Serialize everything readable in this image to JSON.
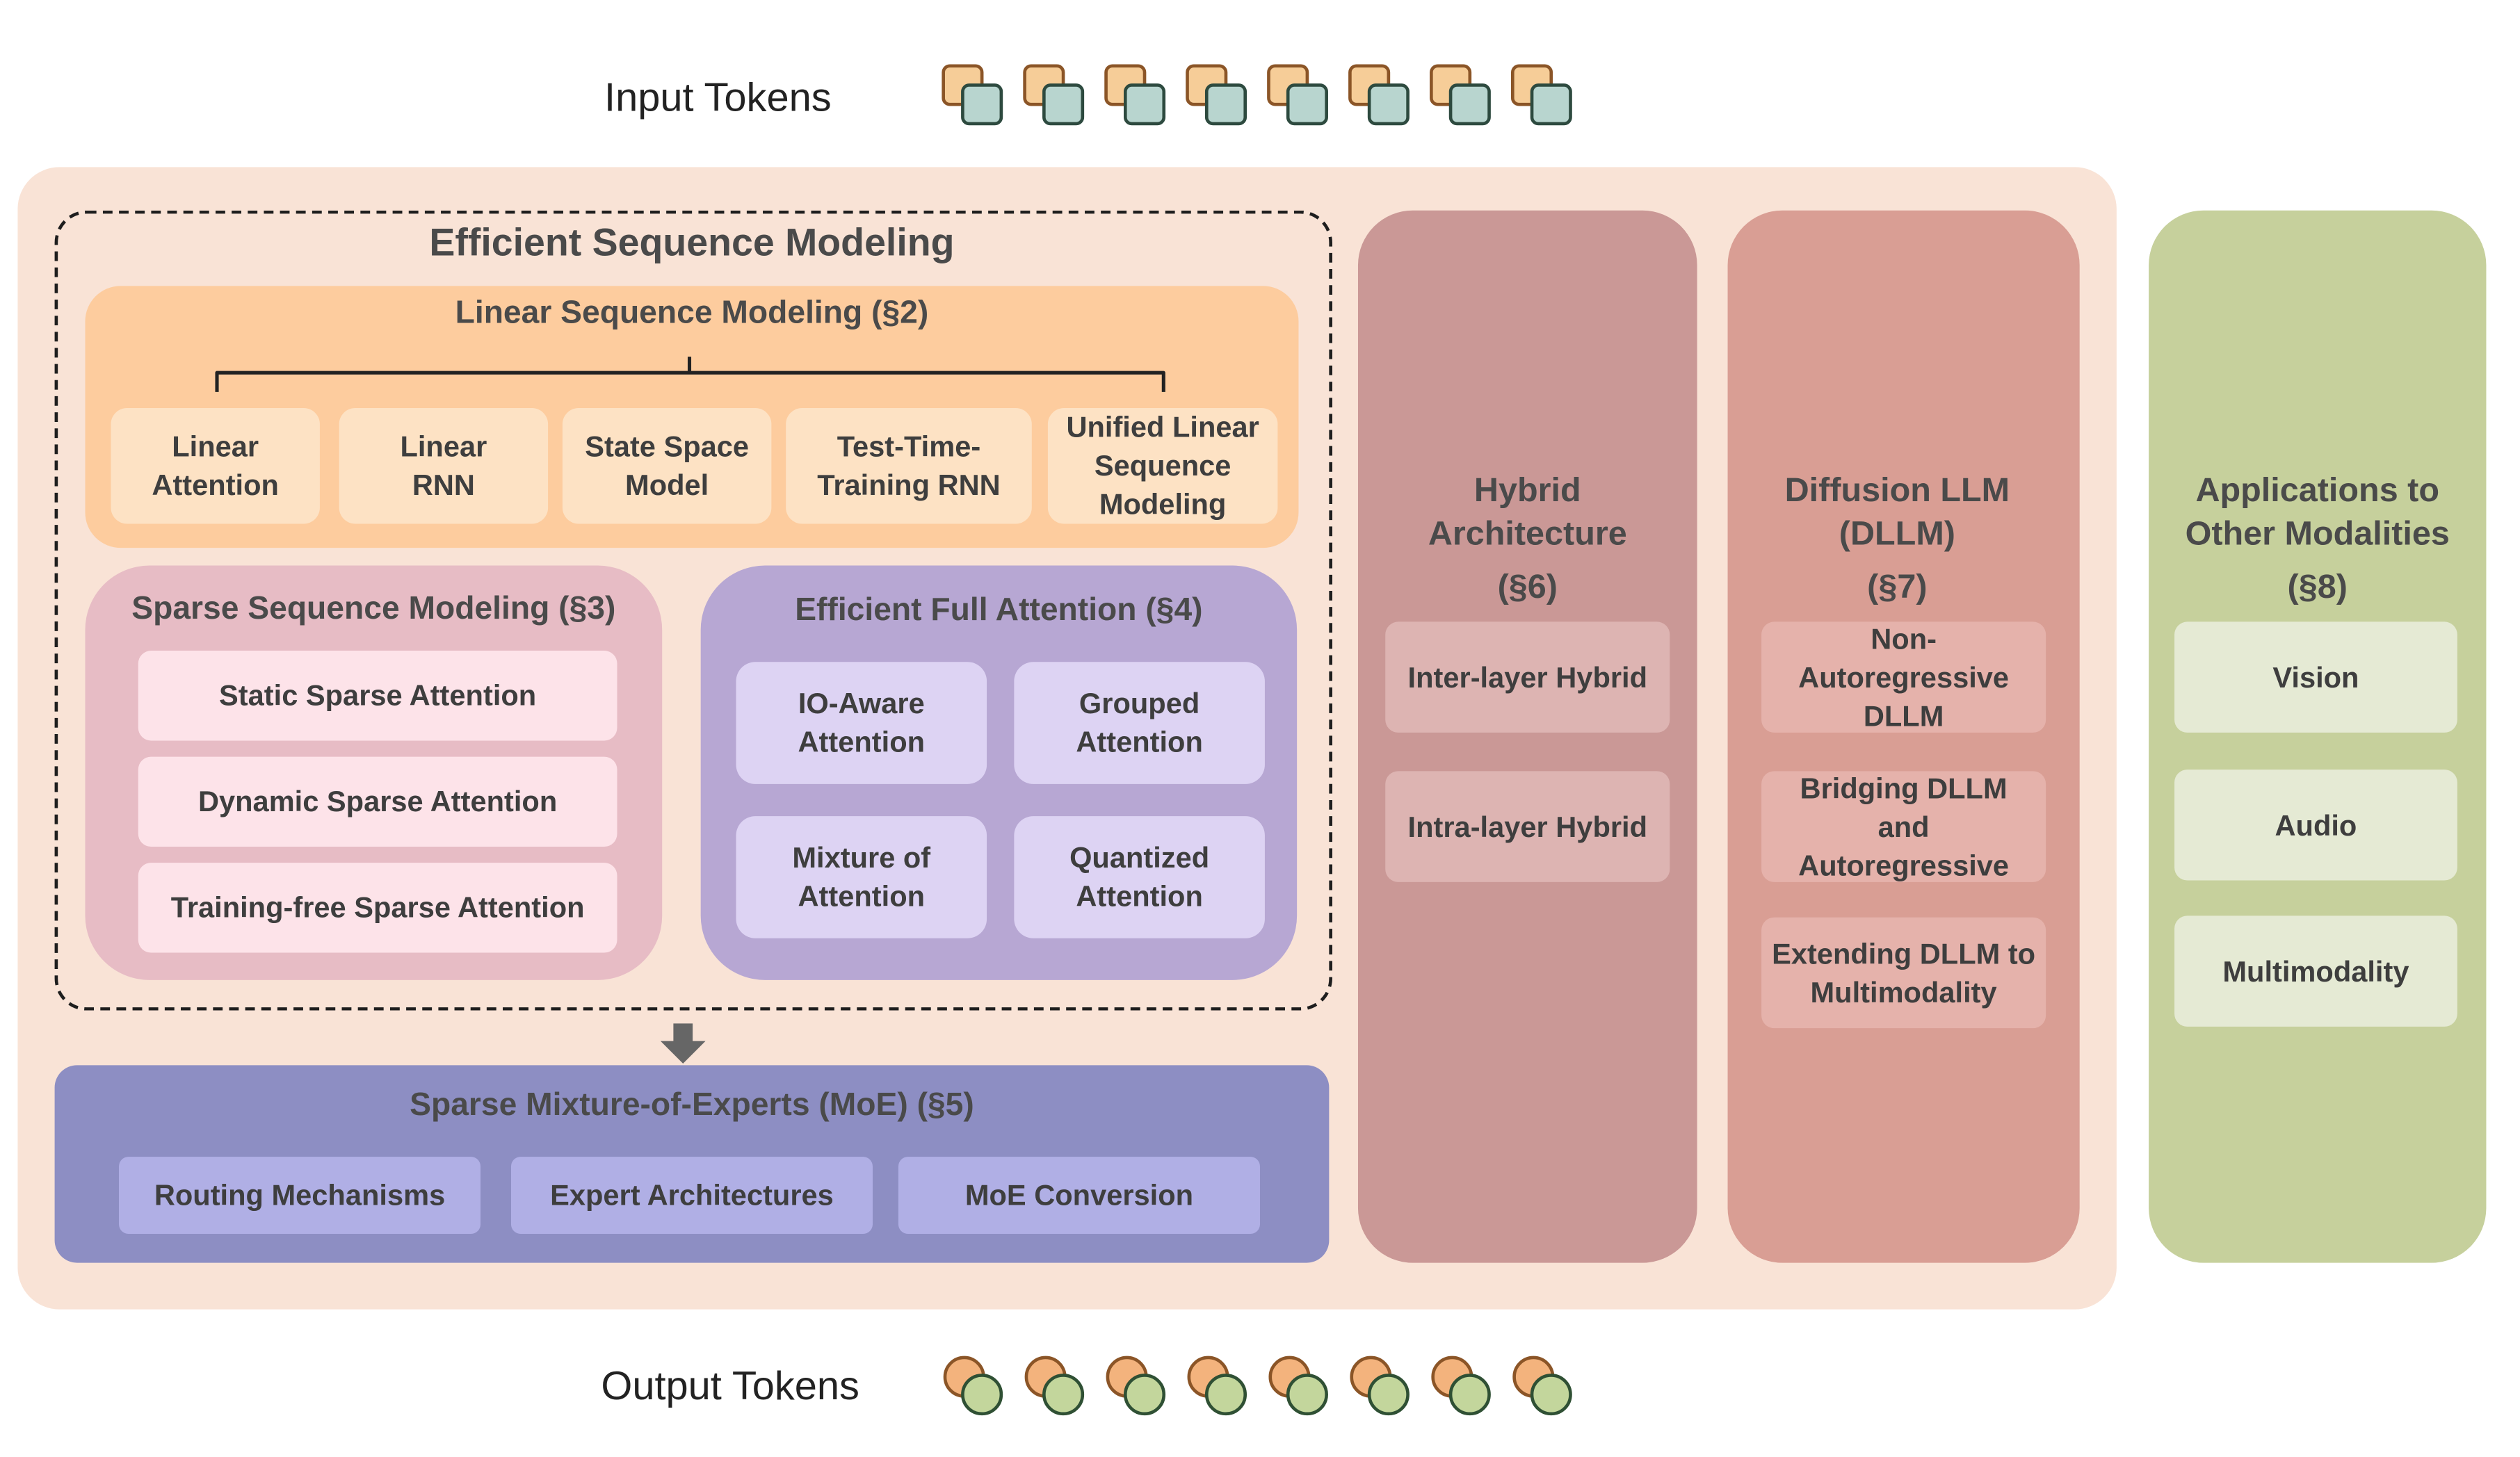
{
  "input_tokens": {
    "label": "Input Tokens",
    "count": 8,
    "back_color": "#f6cd98",
    "front_color": "#b8d5cf",
    "edge_color": "#8b5527"
  },
  "output_tokens": {
    "label": "Output Tokens",
    "count": 8,
    "back_color": "#f3b37d",
    "front_color": "#c3d69c",
    "edge_color": "#2f5034"
  },
  "efficient_sequence_modeling": {
    "title": "Efficient Sequence Modeling",
    "linear": {
      "title": "Linear Sequence Modeling (§2)",
      "items": [
        "Linear\nAttention",
        "Linear\nRNN",
        "State Space\nModel",
        "Test-Time-\nTraining RNN",
        "Unified Linear\nSequence\nModeling"
      ]
    },
    "sparse": {
      "title": "Sparse Sequence Modeling (§3)",
      "items": [
        "Static Sparse Attention",
        "Dynamic Sparse Attention",
        "Training-free Sparse Attention"
      ]
    },
    "full_attention": {
      "title": "Efficient Full Attention (§4)",
      "items": [
        "IO-Aware\nAttention",
        "Grouped\nAttention",
        "Mixture of\nAttention",
        "Quantized\nAttention"
      ]
    }
  },
  "moe": {
    "title": "Sparse Mixture-of-Experts (MoE) (§5)",
    "items": [
      "Routing Mechanisms",
      "Expert Architectures",
      "MoE Conversion"
    ]
  },
  "hybrid": {
    "title": "Hybrid\nArchitecture",
    "section": "(§6)",
    "items": [
      "Inter-layer Hybrid",
      "Intra-layer Hybrid"
    ]
  },
  "dllm": {
    "title": "Diffusion LLM\n(DLLM)",
    "section": "(§7)",
    "items": [
      "Non-\nAutoregressive\nDLLM",
      "Bridging DLLM\nand\nAutoregressive",
      "Extending DLLM to\nMultimodality"
    ]
  },
  "applications": {
    "title": "Applications to\nOther Modalities",
    "section": "(§8)",
    "items": [
      "Vision",
      "Audio",
      "Multimodality"
    ]
  },
  "colors": {
    "main_panel": "#f9e3d6",
    "linear_panel": "#fdcc9e",
    "sparse_panel": "#e7bcc5",
    "full_attention_panel": "#b7a7d3",
    "moe_panel": "#8d8ec3",
    "hybrid_panel": "#ca9896",
    "dllm_panel": "#d99e94",
    "applications_panel": "#c6d09c",
    "arrow": "#666666"
  }
}
